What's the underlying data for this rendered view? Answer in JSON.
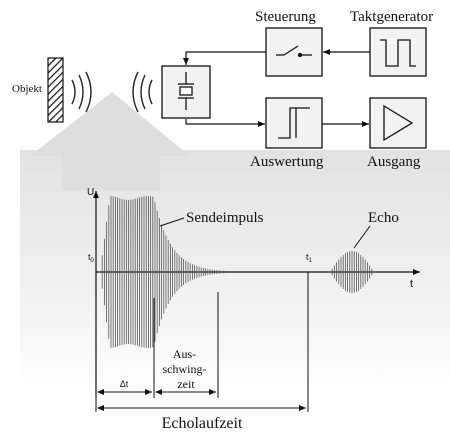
{
  "diagram": {
    "object_label": "Objekt",
    "blocks": {
      "control": "Steuerung",
      "clock": "Taktgenerator",
      "evaluation": "Auswertung",
      "output": "Ausgang"
    }
  },
  "signal_plot": {
    "y_axis_label": "U",
    "x_axis_label": "t",
    "t0_label": "t",
    "t0_sub": "0",
    "t1_label": "t",
    "t1_sub": "1",
    "pulse_label": "Sendeimpuls",
    "echo_label": "Echo",
    "ringdown_label": [
      "Aus-",
      "schwing-",
      "zeit"
    ],
    "dt_label": "Δt",
    "echo_time_label": "Echolaufzeit"
  },
  "colors": {
    "ink": "#111111",
    "waveform": "#555555",
    "shade": "#e6e6e6",
    "block_fill": "#f2f2f2"
  }
}
